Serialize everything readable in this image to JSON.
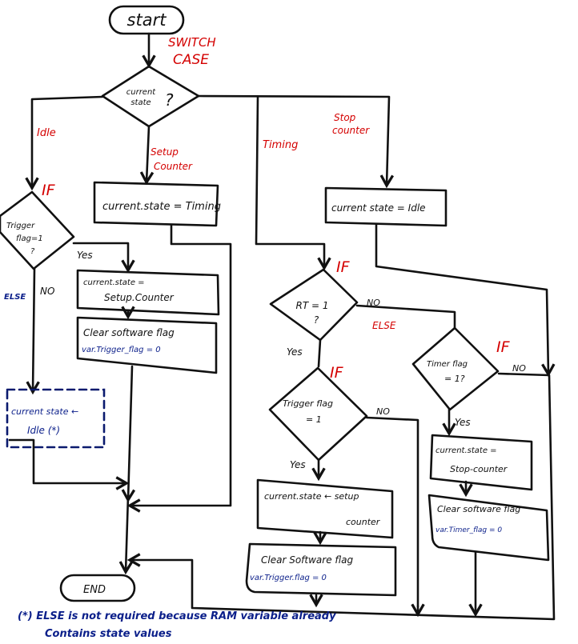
{
  "colors": {
    "ink": "#111111",
    "case_label": "#d40000",
    "note": "#0b1f8a"
  },
  "terminals": {
    "start": "start",
    "end": "END"
  },
  "switch": {
    "label_line1": "SWITCH",
    "label_line2": "CASE",
    "decision_line1": "current",
    "decision_line2": "state",
    "decision_mark": "?"
  },
  "cases": {
    "idle": "Idle",
    "setup_line1": "Setup",
    "setup_line2": "Counter",
    "timing": "Timing",
    "stop_line1": "Stop",
    "stop_line2": "counter"
  },
  "idle_branch": {
    "if_label": "IF",
    "decision_line1": "Trigger",
    "decision_line2": "flag=1",
    "decision_line3": "?",
    "yes": "Yes",
    "no": "NO",
    "else": "ELSE",
    "assign_line1": "current.state =",
    "assign_line2": "Setup.Counter",
    "clear_line1": "Clear software flag",
    "clear_line2": "var.Trigger_flag = 0",
    "else_box_line1": "current state ←",
    "else_box_line2": "Idle (*)"
  },
  "setup_branch": {
    "assign": "current.state = Timing"
  },
  "stop_branch": {
    "assign": "current state = Idle"
  },
  "timing_branch": {
    "if1": "IF",
    "rt_line1": "RT = 1",
    "rt_line2": "?",
    "rt_no": "NO",
    "rt_else": "ELSE",
    "rt_yes": "Yes",
    "if2": "IF",
    "trig_line1": "Trigger flag",
    "trig_line2": "= 1",
    "trig_yes": "Yes",
    "trig_no": "NO",
    "assign_line1": "current.state ← setup",
    "assign_line2": "counter",
    "clear_line1": "Clear Software flag",
    "clear_line2": "var.Trigger.flag = 0",
    "if3": "IF",
    "timer_line1": "Timer flag",
    "timer_line2": "= 1?",
    "timer_yes": "Yes",
    "timer_no": "NO",
    "timer_assign_line1": "current.state =",
    "timer_assign_line2": "Stop-counter",
    "timer_clear_line1": "Clear software flag",
    "timer_clear_line2": "var.Timer_flag = 0"
  },
  "footnote": {
    "line1": "(*) ELSE is not required because RAM variable already",
    "line2": "Contains state values"
  }
}
